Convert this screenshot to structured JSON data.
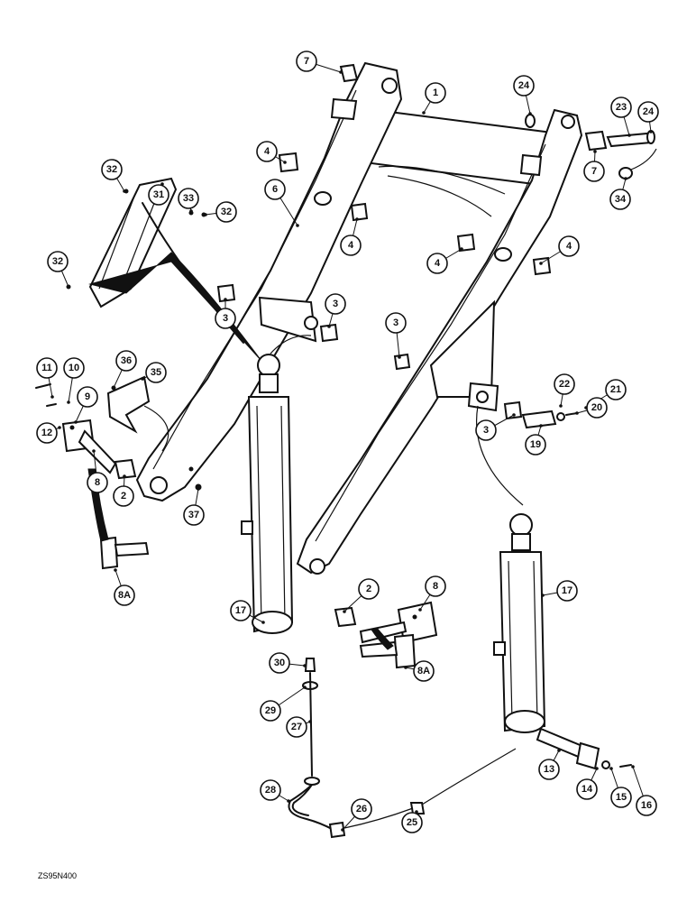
{
  "callouts": [
    {
      "label": "1"
    },
    {
      "label": "2"
    },
    {
      "label": "2"
    },
    {
      "label": "3"
    },
    {
      "label": "3"
    },
    {
      "label": "3"
    },
    {
      "label": "3"
    },
    {
      "label": "4"
    },
    {
      "label": "4"
    },
    {
      "label": "4"
    },
    {
      "label": "4"
    },
    {
      "label": "6"
    },
    {
      "label": "7"
    },
    {
      "label": "7"
    },
    {
      "label": "8"
    },
    {
      "label": "8"
    },
    {
      "label": "8A"
    },
    {
      "label": "8A"
    },
    {
      "label": "9"
    },
    {
      "label": "10"
    },
    {
      "label": "11"
    },
    {
      "label": "12"
    },
    {
      "label": "13"
    },
    {
      "label": "14"
    },
    {
      "label": "15"
    },
    {
      "label": "16"
    },
    {
      "label": "17"
    },
    {
      "label": "17"
    },
    {
      "label": "19"
    },
    {
      "label": "20"
    },
    {
      "label": "21"
    },
    {
      "label": "22"
    },
    {
      "label": "23"
    },
    {
      "label": "24"
    },
    {
      "label": "24"
    },
    {
      "label": "25"
    },
    {
      "label": "26"
    },
    {
      "label": "27"
    },
    {
      "label": "28"
    },
    {
      "label": "29"
    },
    {
      "label": "30"
    },
    {
      "label": "31"
    },
    {
      "label": "32"
    },
    {
      "label": "32"
    },
    {
      "label": "32"
    },
    {
      "label": "33"
    },
    {
      "label": "34"
    },
    {
      "label": "35"
    },
    {
      "label": "36"
    },
    {
      "label": "37"
    }
  ],
  "figure_code": "ZS95N400"
}
